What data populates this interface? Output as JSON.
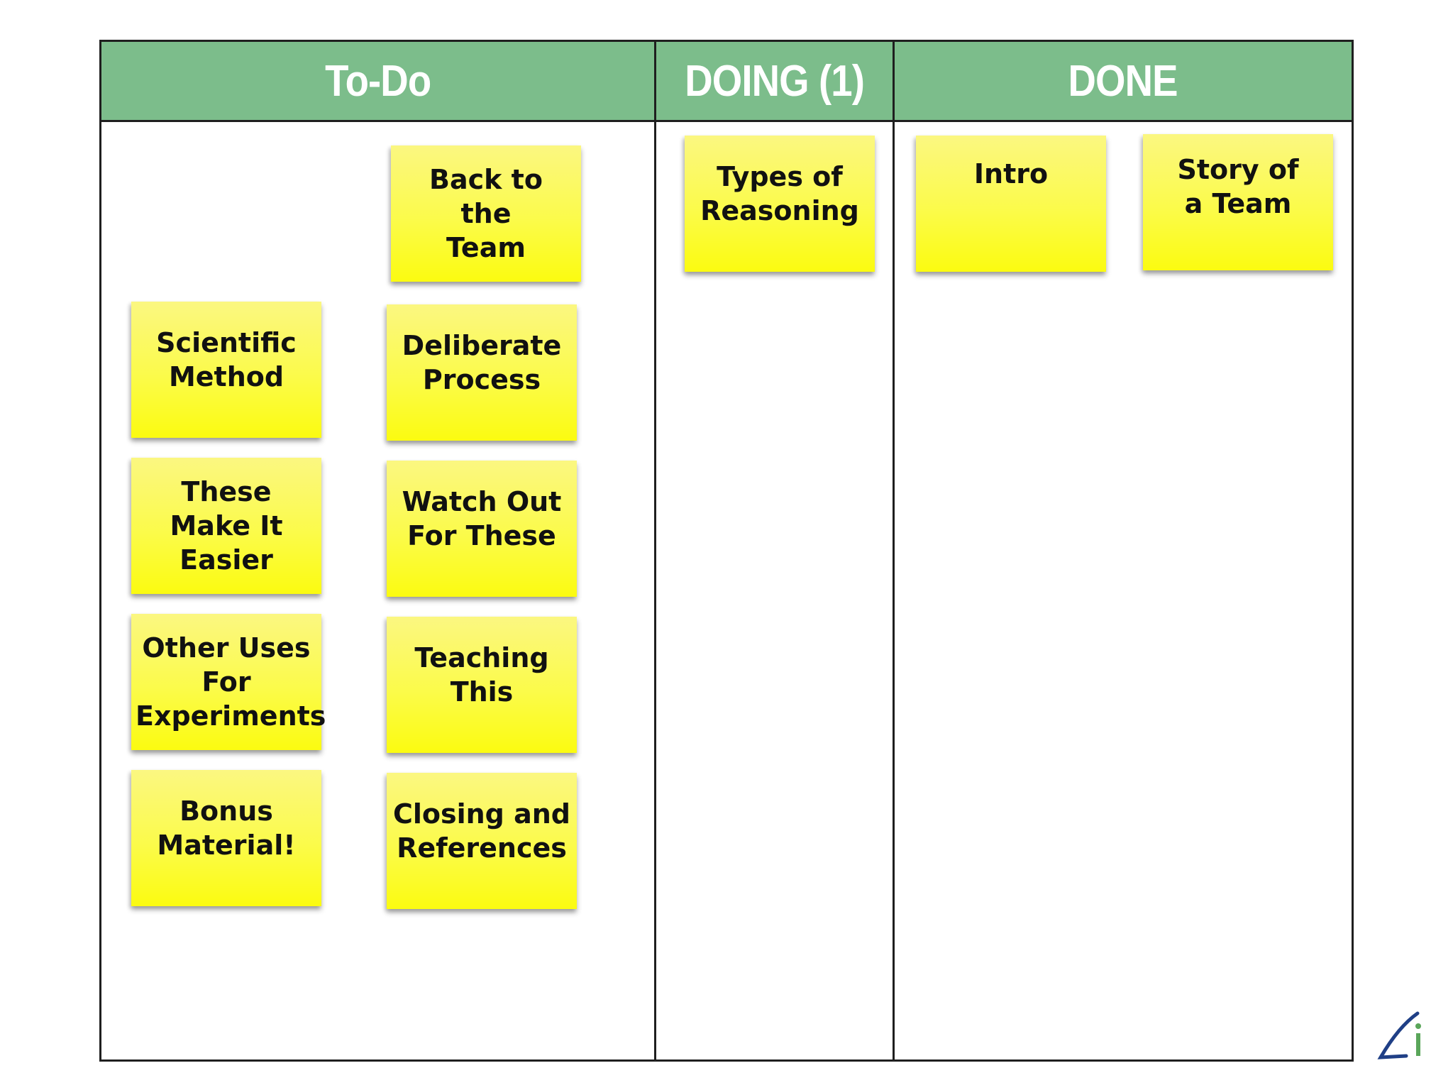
{
  "board": {
    "columns": [
      {
        "key": "todo",
        "title": "To-Do"
      },
      {
        "key": "doing",
        "title": "DOING (1)"
      },
      {
        "key": "done",
        "title": "DONE"
      }
    ],
    "todo": [
      "Back to\nthe\nTeam",
      "Scientific\nMethod",
      "Deliberate\nProcess",
      "These\nMake It\nEasier",
      "Watch Out\nFor These",
      "Other Uses\nFor\nExperiments",
      "Teaching\nThis",
      "Bonus\nMaterial!",
      "Closing and\nReferences"
    ],
    "doing": [
      "Types of\nReasoning"
    ],
    "done": [
      "Intro",
      "Story of\na Team"
    ]
  },
  "colors": {
    "header": "#7cbd8b",
    "note": "#fbfb10",
    "logo_blue": "#1f3f86",
    "logo_green": "#5aa65a"
  },
  "logo_icon": "li-logo-icon"
}
